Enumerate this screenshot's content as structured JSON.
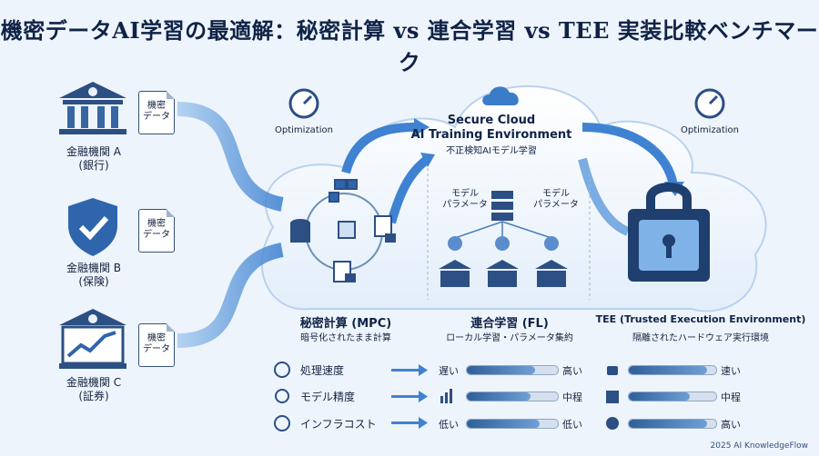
{
  "title": "機密データAI学習の最適解：秘密計算 vs 連合学習 vs TEE 実装比較ベンチマーク",
  "institutions": [
    {
      "name": "金融機関 A",
      "type": "(銀行)"
    },
    {
      "name": "金融機関 B",
      "type": "(保険)"
    },
    {
      "name": "金融機関 C",
      "type": "(証券)"
    }
  ],
  "doc_label": "機密\nデータ",
  "optimization_label": "Optimization",
  "cloud": {
    "title_line1": "Secure Cloud",
    "title_line2": "AI Training Environment",
    "subtitle": "不正検知AIモデル学習"
  },
  "model_params_label": "モデル\nパラメータ",
  "methods": [
    {
      "title": "秘密計算 (MPC)",
      "subtitle": "暗号化されたまま計算"
    },
    {
      "title": "連合学習 (FL)",
      "subtitle": "ローカル学習・パラメータ集約"
    },
    {
      "title": "TEE (Trusted Execution Environment)",
      "subtitle": "隔離されたハードウェア実行環境"
    }
  ],
  "metrics": [
    {
      "name": "処理速度",
      "icon": "gauge-icon",
      "mpc": "遅い",
      "fl": "高い",
      "tee": "速い",
      "fl_level": 0.75,
      "tee_level": 0.9
    },
    {
      "name": "モデル精度",
      "icon": "network-icon",
      "mpc": "",
      "fl": "中程",
      "tee": "中程",
      "fl_level": 0.7,
      "tee_level": 0.7
    },
    {
      "name": "インフラコスト",
      "icon": "coins-icon",
      "mpc": "低い",
      "fl": "低い",
      "tee": "高い",
      "fl_level": 0.8,
      "tee_level": 0.9
    }
  ],
  "footer": "2025 AI KnowledgeFlow",
  "colors": {
    "accent": "#2f6db5",
    "navy": "#0f2347",
    "flow": "#7fb2e6"
  }
}
